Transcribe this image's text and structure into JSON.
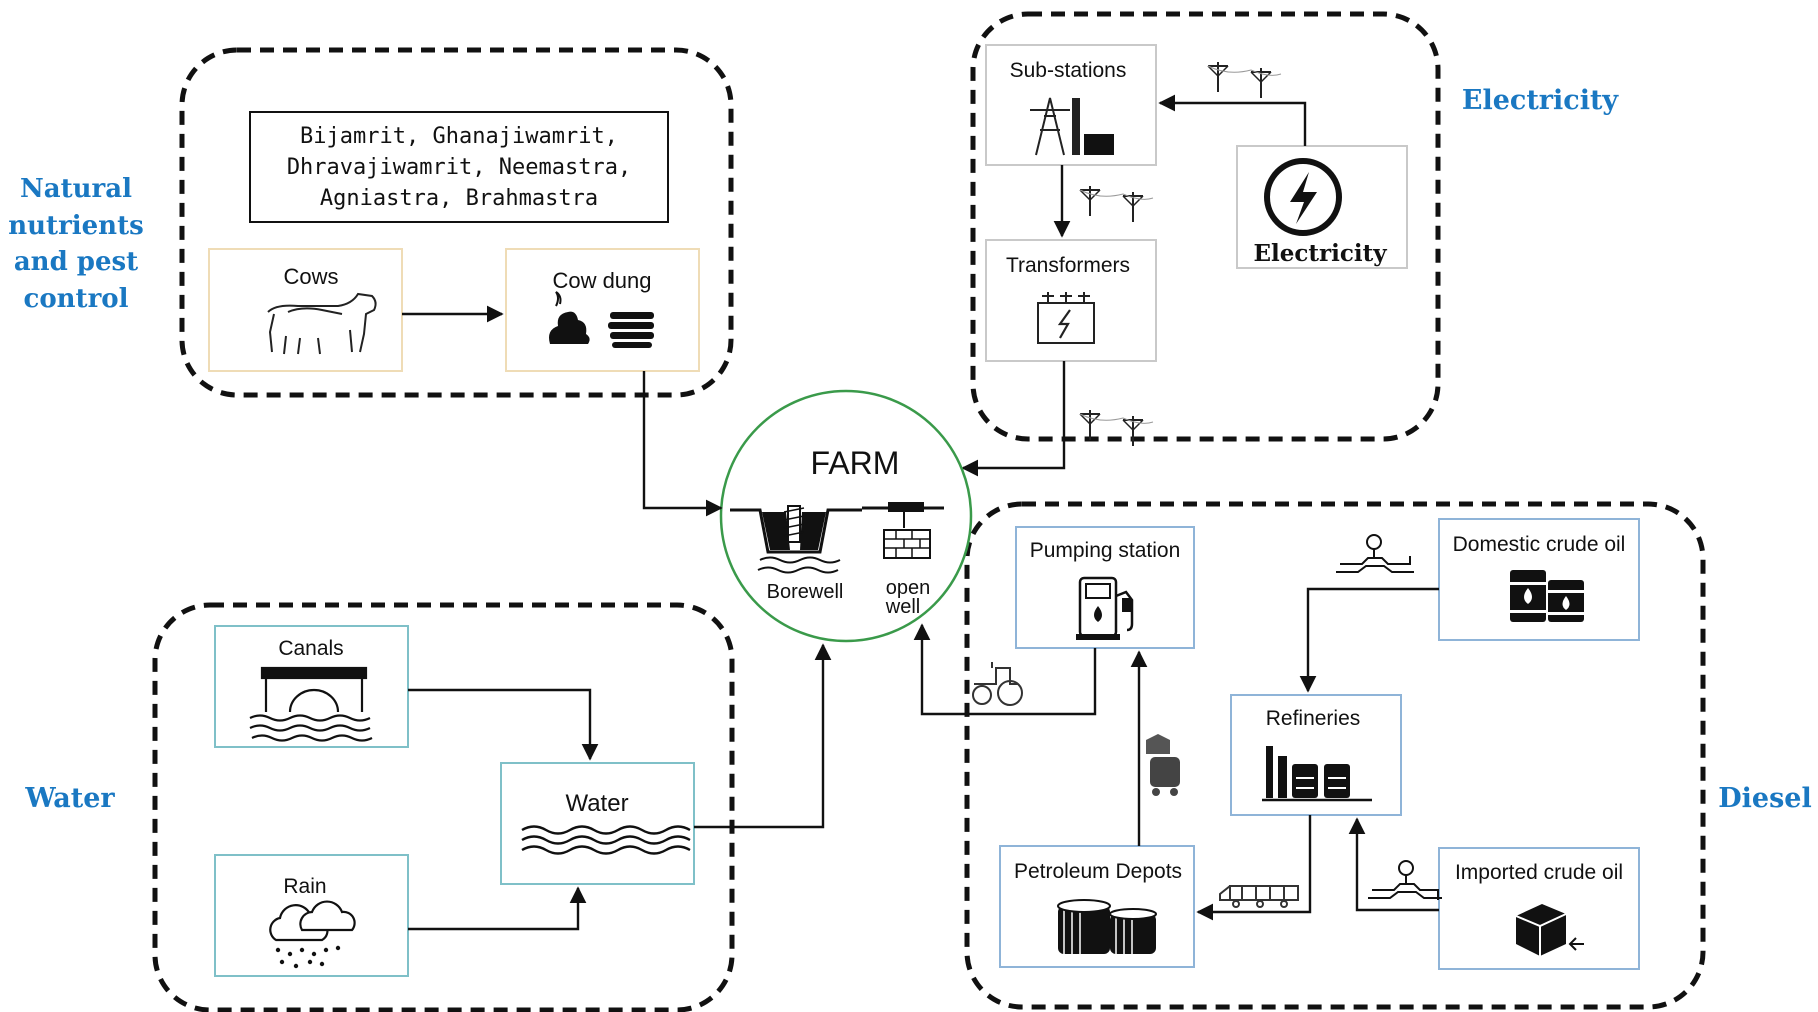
{
  "group_labels": {
    "natural": [
      "Natural",
      "nutrients",
      "and pest",
      "control"
    ],
    "electricity": "Electricity",
    "water": "Water",
    "diesel": "Diesel"
  },
  "colors": {
    "label_blue": "#1a78c2",
    "farm_circle": "#3a9a4a"
  },
  "natural": {
    "preparations": [
      "Bijamrit, Ghanajiwamrit,",
      "Dhravajiwamrit, Neemastra,",
      "Agniastra, Brahmastra"
    ],
    "cows": "Cows",
    "cow_dung": "Cow dung"
  },
  "electricity": {
    "substations": "Sub-stations",
    "transformers": "Transformers",
    "electricity": "Electricity"
  },
  "farm": {
    "title": "FARM",
    "borewell": "Borewell",
    "open_well": [
      "open",
      "well"
    ]
  },
  "water": {
    "canals": "Canals",
    "rain": "Rain",
    "water": "Water"
  },
  "diesel": {
    "pumping_station": "Pumping station",
    "domestic_crude": "Domestic crude oil",
    "refineries": "Refineries",
    "petroleum_depots": "Petroleum Depots",
    "imported_crude": "Imported crude oil"
  },
  "icons": [
    "cow-icon",
    "dung-icon",
    "substation-icon",
    "transformer-icon",
    "lightning-icon",
    "power-pole-icon",
    "borewell-icon",
    "open-well-icon",
    "canal-icon",
    "rain-icon",
    "water-waves-icon",
    "fuel-pump-icon",
    "oil-barrel-icon",
    "refinery-icon",
    "storage-tank-icon",
    "crate-icon",
    "tractor-icon",
    "train-icon",
    "fuel-truck-icon",
    "pipeline-valve-icon"
  ]
}
